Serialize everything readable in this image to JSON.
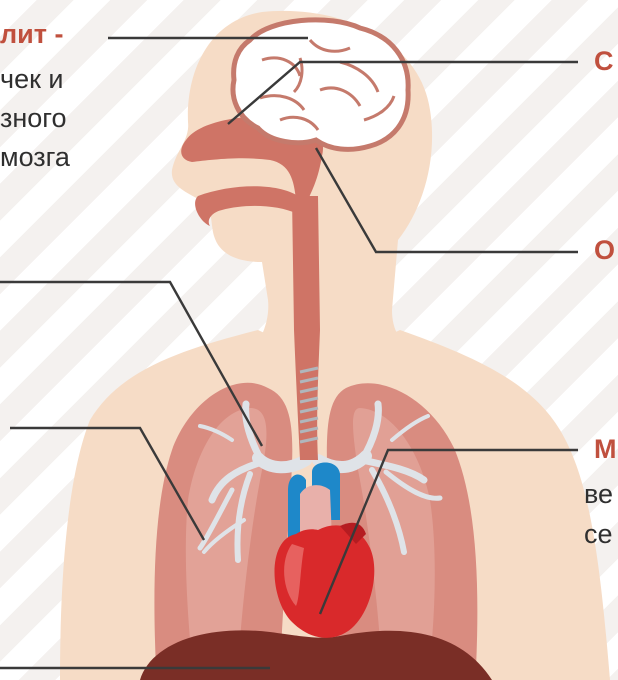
{
  "colors": {
    "skin": "#f6dcc6",
    "lung": "#d98c80",
    "lung_light": "#eab4aa",
    "airway": "#cf7466",
    "bronchi": "#dfe3e8",
    "brain_outline": "#c57a6c",
    "heart": "#d9292b",
    "aorta": "#1e88c9",
    "leader": "#3a3a3a",
    "accent": "#c0503e",
    "text": "#2f2f2f",
    "diaphragm": "#7a2e26"
  },
  "labels": {
    "top_left": {
      "line1_bold": "лит -",
      "line2": "чек и",
      "line3": "зного",
      "line4": "мозга"
    },
    "right_top": "С",
    "right_middle": "О",
    "right_bottom": {
      "bold": "М",
      "line2": "ве",
      "line3": "се"
    }
  },
  "icons": [
    "brain-icon",
    "heart-icon",
    "lungs-icon",
    "trachea-icon"
  ]
}
